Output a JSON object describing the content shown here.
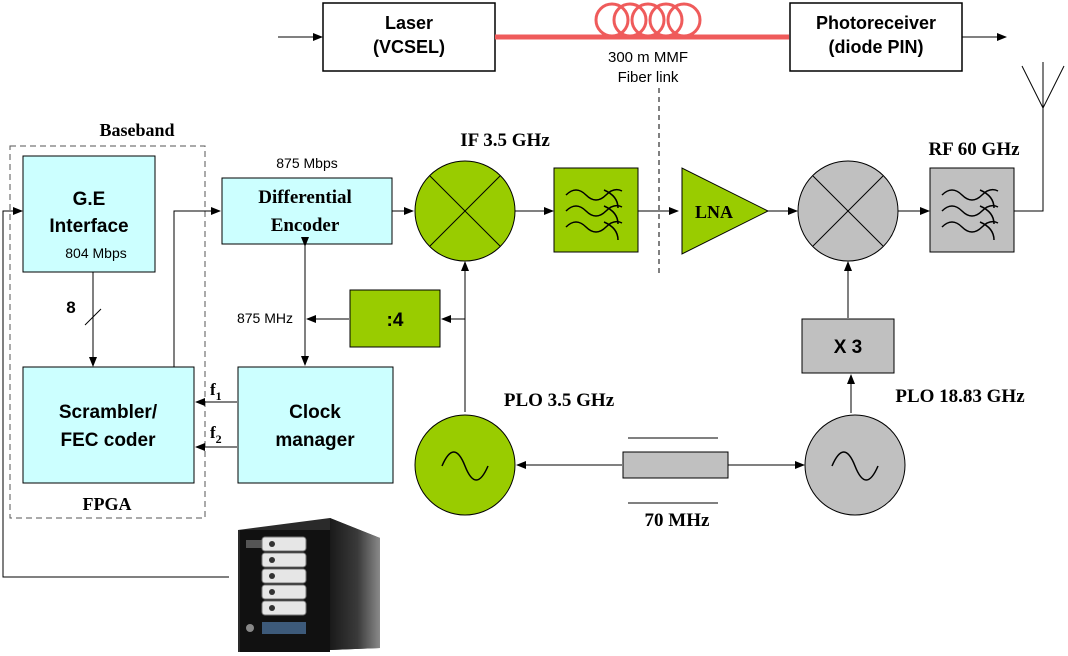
{
  "labels": {
    "laser_line1": "Laser",
    "laser_line2": "(VCSEL)",
    "photo_line1": "Photoreceiver",
    "photo_line2": "(diode PIN)",
    "fiber_line1": "300 m MMF",
    "fiber_line2": "Fiber link",
    "baseband": "Baseband",
    "fpga": "FPGA",
    "ge_line1": "G.E",
    "ge_line2": "Interface",
    "ge_rate": "804 Mbps",
    "bus_width": "8",
    "scrambler_line1": "Scrambler/",
    "scrambler_line2": "FEC coder",
    "enc_rate": "875 Mbps",
    "enc_line1": "Differential",
    "enc_line2": "Encoder",
    "clock_freq": "875 MHz",
    "divider": ":4",
    "clock_line1": "Clock",
    "clock_line2": "manager",
    "f1": "f",
    "f1_sub": "1",
    "f2": "f",
    "f2_sub": "2",
    "if_label": "IF 3.5 GHz",
    "lna": "LNA",
    "rf_label": "RF 60 GHz",
    "multiplier": "X 3",
    "plo_if": "PLO 3.5 GHz",
    "plo_rf": "PLO 18.83 GHz",
    "ref_freq": "70 MHz"
  },
  "colors": {
    "cyan": "#ccffff",
    "green": "#99cc00",
    "gray": "#c0c0c0",
    "fiber_red": "#ef5b5b",
    "line": "#000000"
  }
}
